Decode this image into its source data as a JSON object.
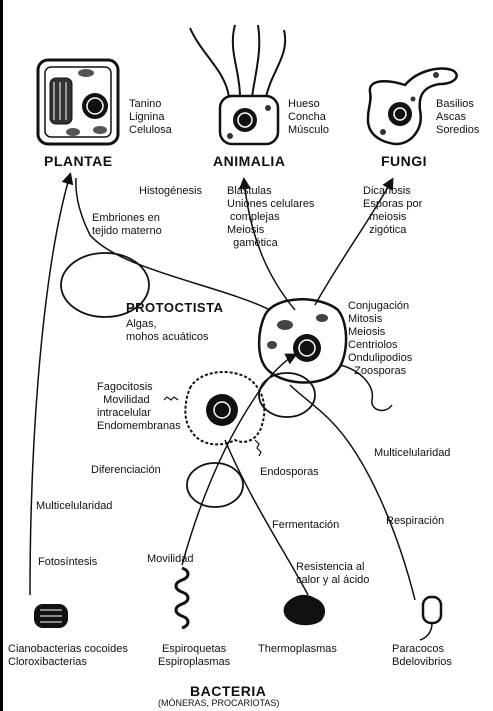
{
  "kingdoms": {
    "plantae": "PLANTAE",
    "animalia": "ANIMALIA",
    "fungi": "FUNGI",
    "protoctista": "PROTOCTISTA",
    "bacteria": "BACTERIA",
    "bacteria_sub": "(MÓNERAS, PROCARIOTAS)"
  },
  "labels": {
    "plantae_traits": "Tanino\nLignina\nCelulosa",
    "animalia_traits": "Hueso\nConcha\nMúsculo",
    "fungi_traits": "Basilios\nAscas\nSoredios",
    "histogenesis": "Histogénesis",
    "blastulas": "Blástulas\nUniones celulares\n complejas\nMeiosis\n  gamética",
    "dicariosis": "Dicariosis\nEsporas por\n  meiosis\n  zigótica",
    "embriones": "Embriones en\ntejido materno",
    "protoctista_sub": "Algas,\nmohos acuáticos",
    "conjugacion": "Conjugación\nMitosis\nMeiosis\nCentriolos\nOndulipodios\n  Zoosporas",
    "fagocitosis": "Fagocitosis\n  Movilidad\nintracelular\nEndomembranas",
    "diferenciacion": "Diferenciación",
    "endosporas": "Endosporas",
    "multicelularidad_right": "Multicelularidad",
    "multicelularidad_left": "Multicelularidad",
    "fermentacion": "Fermentación",
    "respiracion": "Respiración",
    "fotosintesis": "Fotosíntesis",
    "movilidad": "Movilidad",
    "resistencia": "Resistencia al\ncalor y al ácido",
    "cianobacterias": "Cianobacterias cocoides\nCloroxibacterias",
    "espiroquetas": "Espiroquetas\nEspiroplasmas",
    "thermoplasmas": "Thermoplasmas",
    "paracocos": "Paracocos\nBdelovibrios"
  }
}
